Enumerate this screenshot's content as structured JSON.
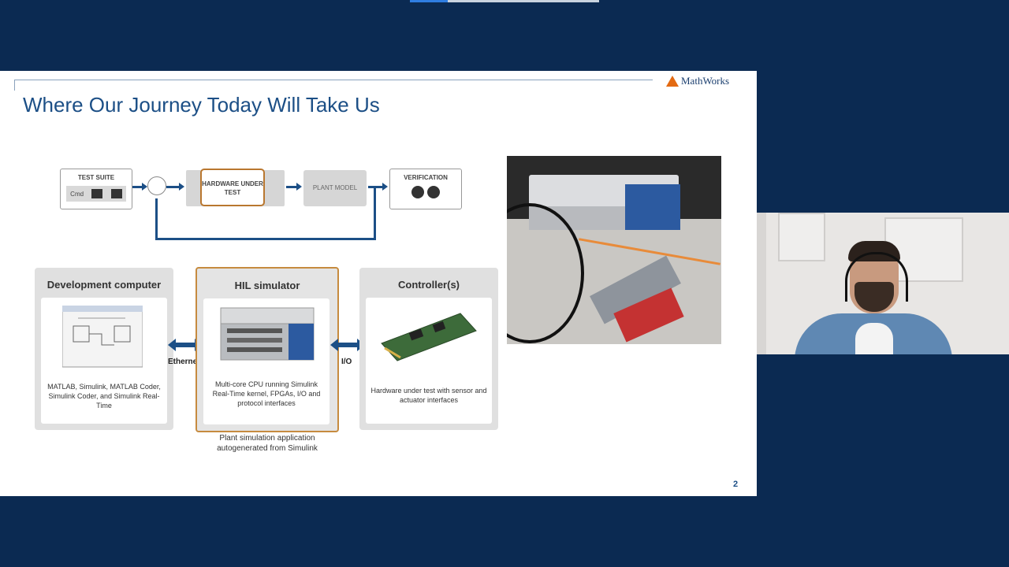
{
  "slide": {
    "title": "Where Our Journey Today Will Take Us",
    "logo_text": "MathWorks",
    "page_number": "2"
  },
  "loop_diagram": {
    "test_suite": "TEST SUITE",
    "test_suite_cmd": "Cmd",
    "hardware_under_test": "HARDWARE UNDER TEST",
    "plant_model": "PLANT MODEL",
    "verification": "VERIFICATION"
  },
  "hil_diagram": {
    "dev_computer": {
      "title": "Development computer",
      "caption": "MATLAB, Simulink, MATLAB Coder, Simulink Coder, and Simulink Real-Time"
    },
    "hil_simulator": {
      "title": "HIL simulator",
      "caption": "Multi-core CPU running Simulink Real-Time kernel, FPGAs, I/O and protocol interfaces"
    },
    "controllers": {
      "title": "Controller(s)",
      "caption": "Hardware under test with sensor and actuator interfaces"
    },
    "link_left": "Ethernet",
    "link_right": "I/O",
    "below_caption": "Plant simulation application autogenerated from Simulink"
  },
  "colors": {
    "background": "#0b2a52",
    "title": "#1c4f86",
    "accent_orange": "#c68b3f",
    "arrow": "#1c4f86"
  }
}
